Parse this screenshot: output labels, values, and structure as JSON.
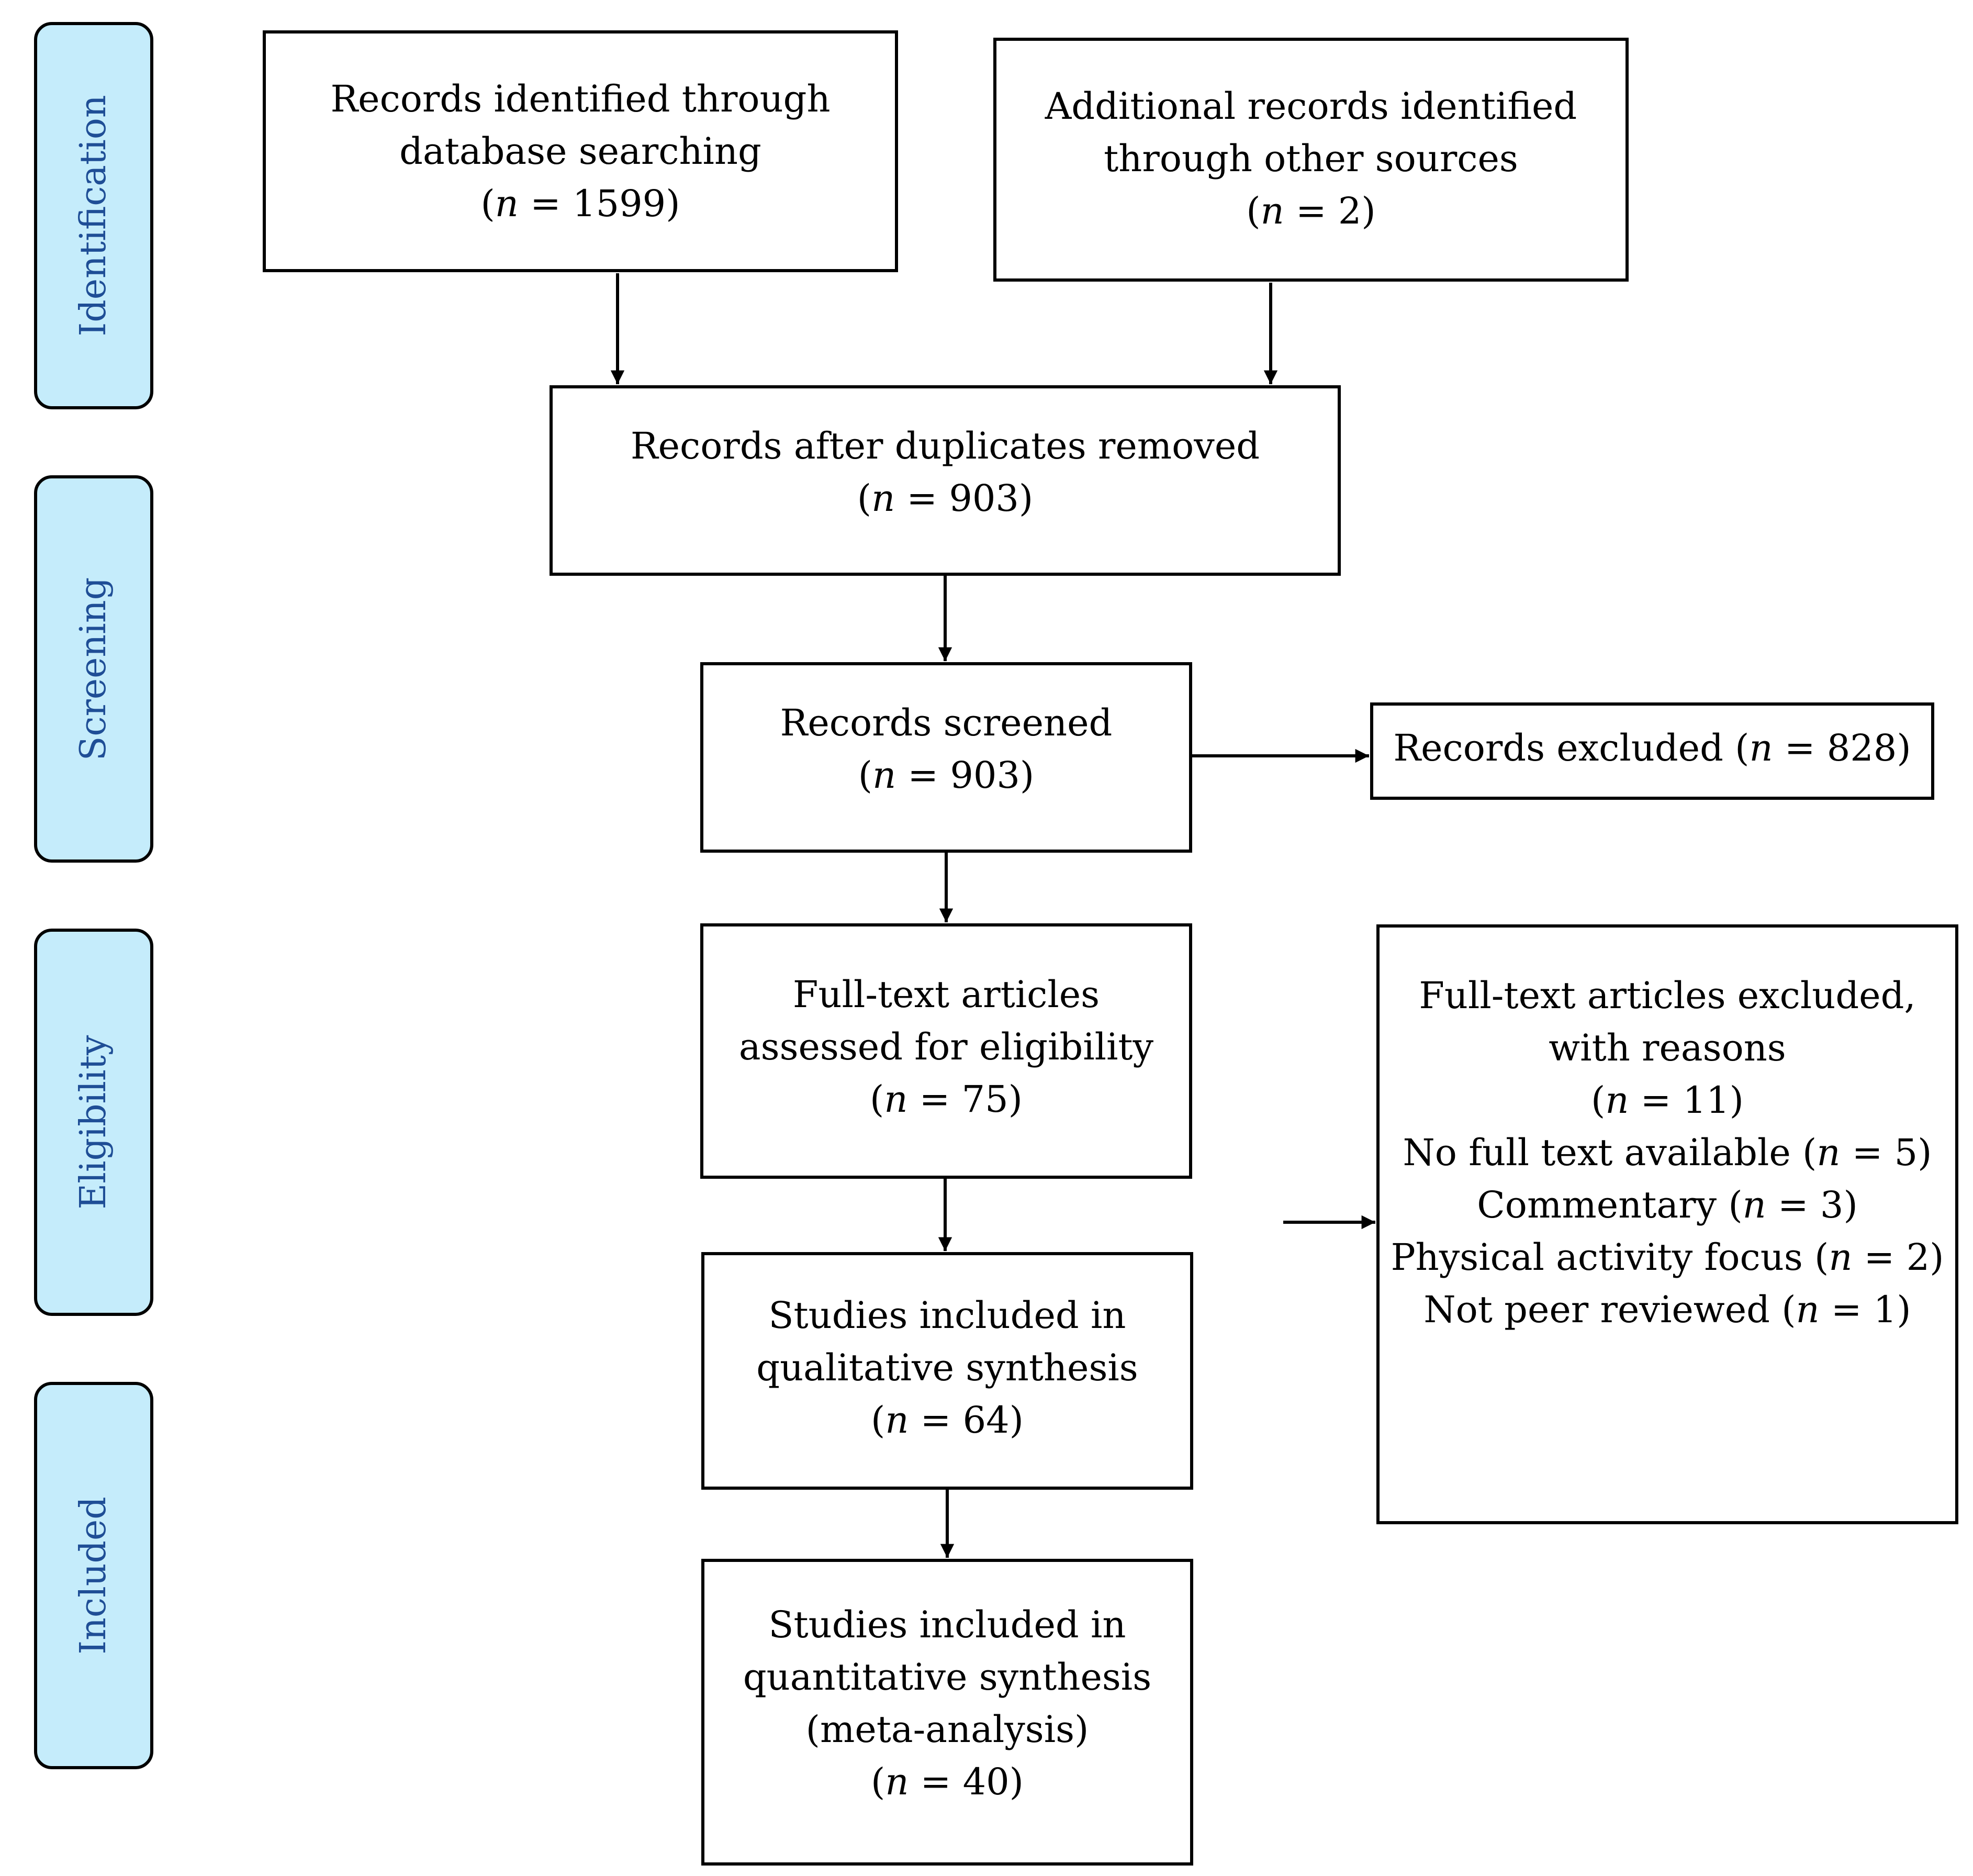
{
  "phases": {
    "identification": "Identification",
    "screening": "Screening",
    "eligibility": "Eligibility",
    "included": "Included"
  },
  "boxes": {
    "database": {
      "lines": [
        "Records identified through",
        "database searching"
      ],
      "count": "1599"
    },
    "other_sources": {
      "lines": [
        "Additional records identified",
        "through other sources"
      ],
      "count": "2"
    },
    "duplicates_removed": {
      "lines": [
        "Records after duplicates removed"
      ],
      "count": "903"
    },
    "screened": {
      "lines": [
        "Records screened"
      ],
      "count": "903"
    },
    "excluded": {
      "prefix": "Records excluded",
      "count": "828"
    },
    "full_text_assessed": {
      "lines": [
        "Full-text articles",
        "assessed for eligibility"
      ],
      "count": "75"
    },
    "full_text_excluded": {
      "lines": [
        "Full-text articles excluded,",
        "with reasons"
      ],
      "count": "11",
      "reasons": [
        {
          "label": "No full text available",
          "count": "5"
        },
        {
          "label": "Commentary",
          "count": "3"
        },
        {
          "label": "Physical activity focus",
          "count": "2"
        },
        {
          "label": "Not peer reviewed",
          "count": "1"
        }
      ]
    },
    "qualitative": {
      "lines": [
        "Studies included in",
        "qualitative synthesis"
      ],
      "count": "64"
    },
    "quantitative": {
      "lines": [
        "Studies included in",
        "quantitative synthesis",
        "(meta-analysis)"
      ],
      "count": "40"
    }
  },
  "symbols": {
    "n": "n",
    "equals": " = "
  },
  "colors": {
    "phase_fill": "#c5ecfb",
    "phase_text": "#1f4e96",
    "border": "#000000"
  }
}
